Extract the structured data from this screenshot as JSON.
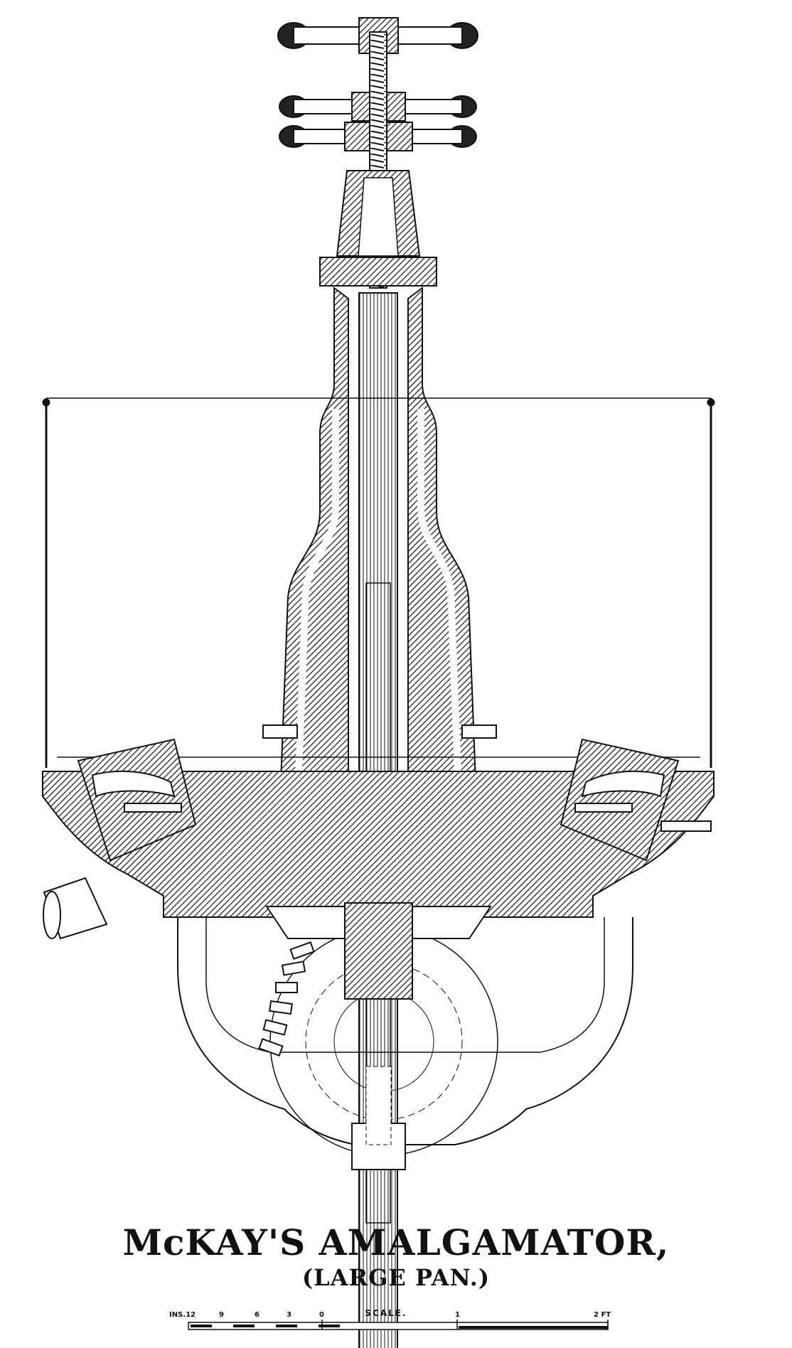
{
  "title": "KAY'S AMALGAMATOR,",
  "title_prefix": "Mc",
  "subtitle": "(LARGE PAN.)",
  "scale": {
    "label": "SCALE.",
    "unit_left": "INS.12",
    "ticks": [
      "9",
      "6",
      "3",
      "0",
      "1",
      "2 FT"
    ]
  },
  "colors": {
    "ink": "#111111",
    "paper": "#ffffff"
  }
}
